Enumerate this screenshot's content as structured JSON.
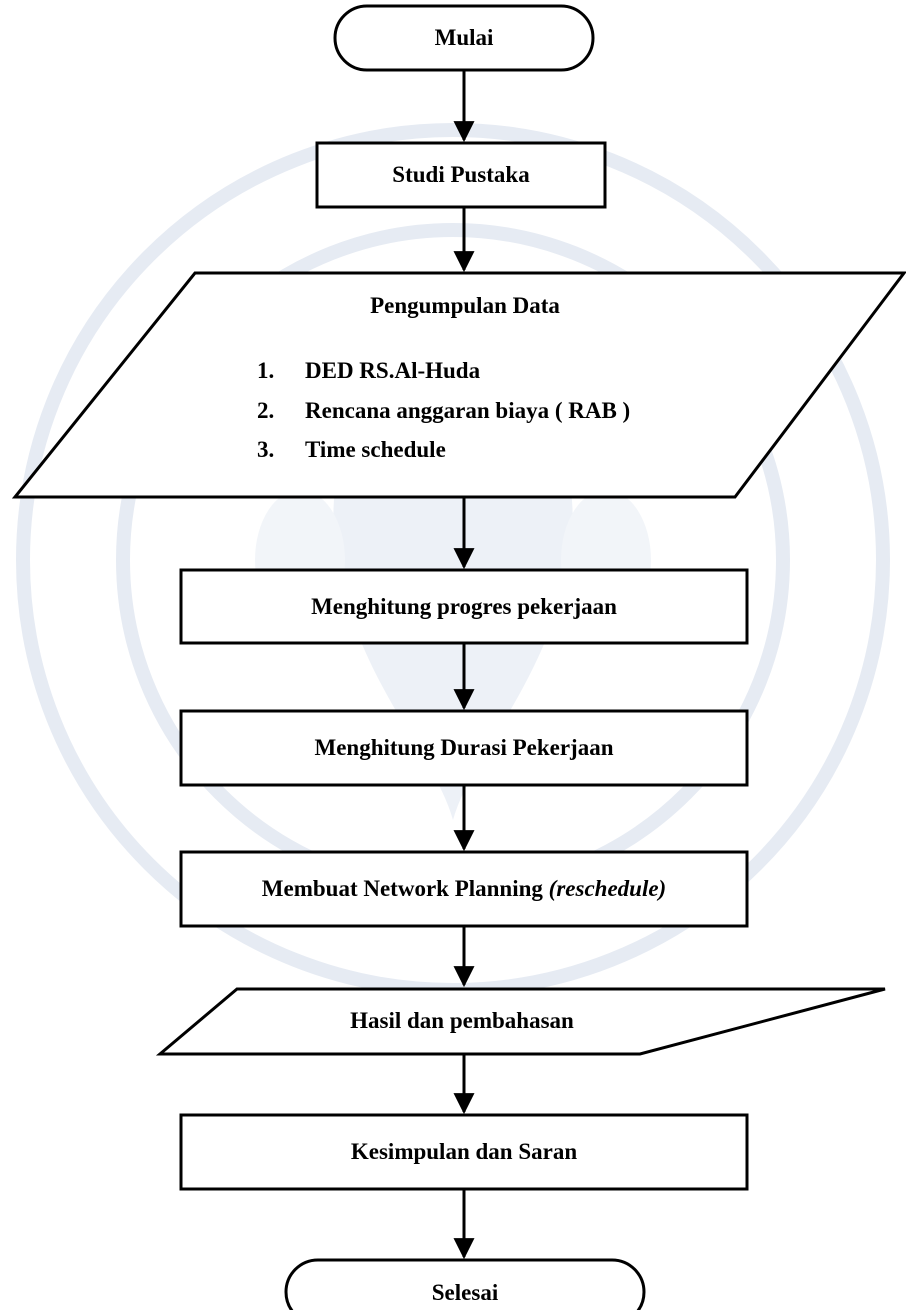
{
  "flowchart": {
    "start": "Mulai",
    "literature_study": "Studi Pustaka",
    "data_collection": {
      "title": "Pengumpulan Data",
      "items": [
        {
          "number": "1.",
          "text": "DED RS.Al-Huda"
        },
        {
          "number": "2.",
          "text": "Rencana anggaran biaya ( RAB )"
        },
        {
          "number": "3.",
          "text": "Time schedule"
        }
      ]
    },
    "progress_calc": "Menghitung progres pekerjaan",
    "duration_calc": "Menghitung Durasi Pekerjaan",
    "network_planning": {
      "main": "Membuat Network Planning ",
      "italic": "(reschedule)"
    },
    "results": "Hasil dan pembahasan",
    "conclusion": "Kesimpulan dan Saran",
    "end": "Selesai"
  },
  "colors": {
    "stroke": "#000000",
    "watermark": "#e6ebf3"
  },
  "watermark_icon": "university-emblem-watermark"
}
